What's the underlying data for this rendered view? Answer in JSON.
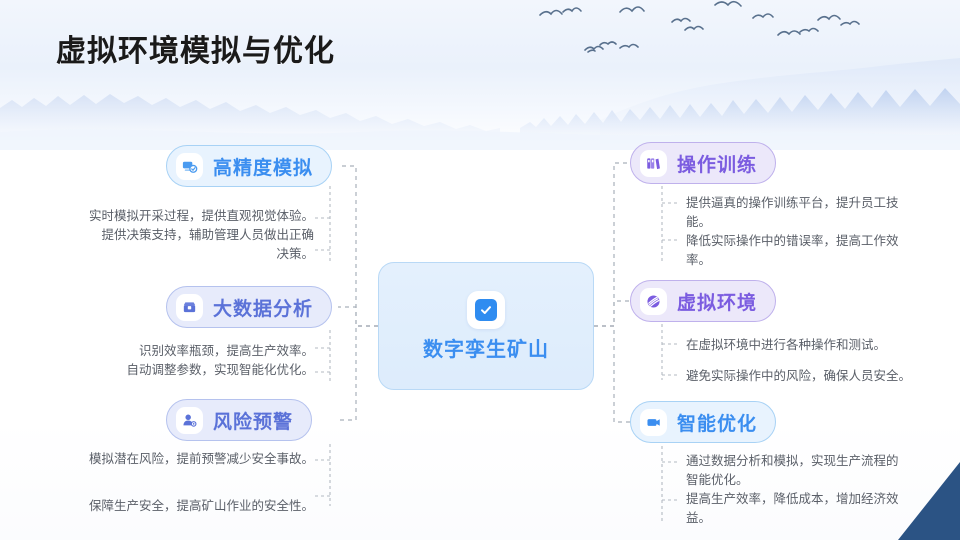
{
  "slide": {
    "title": "虚拟环境模拟与优化",
    "accent_blue": "#3b8ef0",
    "accent_indigo": "#5b72d8",
    "accent_purple": "#7b5ce0",
    "corner_navy": "#2b5384"
  },
  "center": {
    "label": "数字孪生矿山",
    "icon": "check-square-icon"
  },
  "branches": {
    "left": [
      {
        "label": "高精度模拟",
        "icon": "simulation-icon",
        "theme": "blue",
        "lines": [
          "实时模拟开采过程，提供直观视觉体验。",
          "提供决策支持，辅助管理人员做出正确",
          "决策。"
        ]
      },
      {
        "label": "大数据分析",
        "icon": "database-icon",
        "theme": "indigo",
        "lines": [
          "识别效率瓶颈，提高生产效率。",
          "自动调整参数，实现智能化优化。"
        ]
      },
      {
        "label": "风险预警",
        "icon": "person-alert-icon",
        "theme": "indigo",
        "lines": [
          "模拟潜在风险，提前预警减少安全事故。",
          "保障生产安全，提高矿山作业的安全性。"
        ]
      }
    ],
    "right": [
      {
        "label": "操作训练",
        "icon": "books-icon",
        "theme": "purple",
        "lines": [
          "提供逼真的操作训练平台，提升员工技",
          "能。",
          "降低实际操作中的错误率，提高工作效",
          "率。"
        ]
      },
      {
        "label": "虚拟环境",
        "icon": "layers-icon",
        "theme": "purple",
        "lines": [
          "在虚拟环境中进行各种操作和测试。",
          "避免实际操作中的风险，确保人员安全。"
        ]
      },
      {
        "label": "智能优化",
        "icon": "chip-icon",
        "theme": "blue",
        "lines": [
          "通过数据分析和模拟，实现生产流程的",
          "智能优化。",
          "提高生产效率，降低成本，增加经济效",
          "益。"
        ]
      }
    ]
  }
}
